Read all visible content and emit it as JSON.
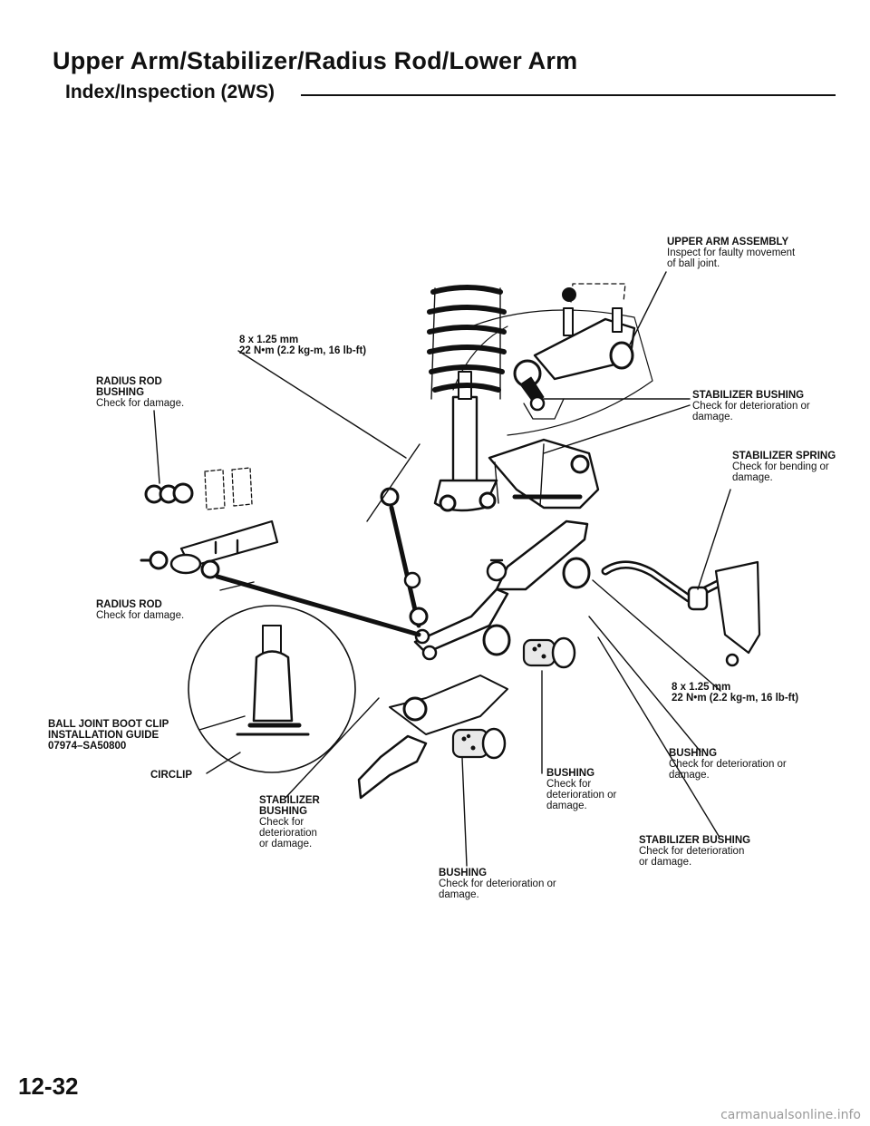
{
  "header": {
    "title": "Upper Arm/Stabilizer/Radius Rod/Lower Arm",
    "subtitle": "Index/Inspection (2WS)"
  },
  "callouts": {
    "upper_arm": {
      "head": "UPPER ARM ASSEMBLY",
      "desc": "Inspect for faulty movement\nof ball joint."
    },
    "bolt_top": {
      "head": "8 x 1.25 mm",
      "desc": "22 N•m (2.2 kg-m, 16 lb-ft)"
    },
    "radius_rod_bushing": {
      "head": "RADIUS ROD\nBUSHING",
      "desc": "Check for damage."
    },
    "stab_bushing_right": {
      "head": "STABILIZER BUSHING",
      "desc": "Check for deterioration or\ndamage."
    },
    "stab_spring": {
      "head": "STABILIZER SPRING",
      "desc": "Check for bending or\ndamage."
    },
    "radius_rod": {
      "head": "RADIUS ROD",
      "desc": "Check for damage."
    },
    "bolt_bottom": {
      "head": "8 x 1.25 mm",
      "desc": "22 N•m (2.2 kg-m, 16 lb-ft)"
    },
    "ball_joint_tool": {
      "head": "BALL JOINT BOOT CLIP\nINSTALLATION GUIDE\n07974–SA50800",
      "desc": ""
    },
    "circlip": {
      "head": "CIRCLIP",
      "desc": ""
    },
    "bushing_right": {
      "head": "BUSHING",
      "desc": "Check for deterioration or\ndamage."
    },
    "bushing_center": {
      "head": "BUSHING",
      "desc": "Check for\ndeterioration or\ndamage."
    },
    "stab_bushing_left": {
      "head": "STABILIZER\nBUSHING",
      "desc": "Check for\ndeterioration\nor damage."
    },
    "stab_bushing_lower": {
      "head": "STABILIZER BUSHING",
      "desc": "Check for deterioration\nor damage."
    },
    "bushing_bottom": {
      "head": "BUSHING",
      "desc": "Check for deterioration or\ndamage."
    }
  },
  "page_number": "12-32",
  "watermark": "carmanualsonline.info"
}
